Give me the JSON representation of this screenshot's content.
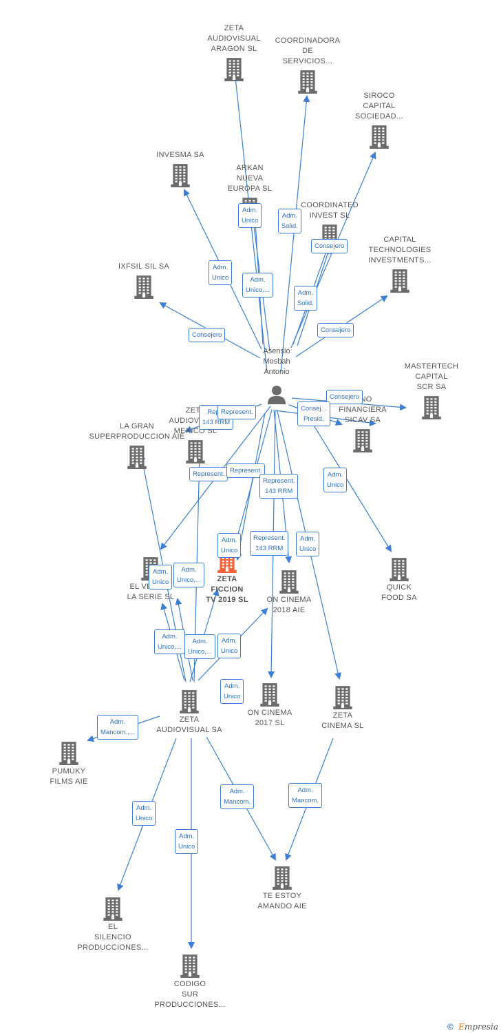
{
  "colors": {
    "edge": "#3a7fd5",
    "building": "#6b6b6b",
    "highlight": "#f4623a",
    "person": "#6b6b6b"
  },
  "person": {
    "name": "Asensio Mosbah Antonio",
    "lines": [
      "Asensio",
      "Mosbah",
      "Antonio"
    ],
    "icon": "person-icon"
  },
  "companies": [
    {
      "id": "zeta-aragon",
      "lines": [
        "ZETA",
        "AUDIOVISUAL",
        "ARAGON SL"
      ]
    },
    {
      "id": "coordinadora",
      "lines": [
        "COORDINADORA",
        "DE",
        "SERVICIOS..."
      ]
    },
    {
      "id": "siroco",
      "lines": [
        "SIROCO",
        "CAPITAL",
        "SOCIEDAD..."
      ]
    },
    {
      "id": "invesma",
      "lines": [
        "INVESMA SA"
      ]
    },
    {
      "id": "arkan",
      "lines": [
        "ARKAN",
        "NUEVA",
        "EUROPA  SL"
      ]
    },
    {
      "id": "coordinated",
      "lines": [
        "COORDINATED",
        "INVEST  SL"
      ]
    },
    {
      "id": "capital-tech",
      "lines": [
        "CAPITAL",
        "TECHNOLOGIES",
        "INVESTMENTS..."
      ]
    },
    {
      "id": "ixfsil",
      "lines": [
        "IXFSIL SIL SA"
      ]
    },
    {
      "id": "mastertech",
      "lines": [
        "MASTERTECH",
        "CAPITAL",
        "SCR SA"
      ]
    },
    {
      "id": "financiera",
      "lines": [
        "...NO",
        "FINANCIERA",
        "SICAV SA"
      ]
    },
    {
      "id": "zeta-mexico",
      "lines": [
        "ZETA",
        "AUDIOVISUAL",
        "MEXICO  SL"
      ]
    },
    {
      "id": "gran-super",
      "lines": [
        "LA GRAN",
        "SUPERPRODUCCION AIE"
      ]
    },
    {
      "id": "zeta-ficcion",
      "lines": [
        "ZETA",
        "FICCION",
        "TV 2019  SL"
      ]
    },
    {
      "id": "el-vecino",
      "lines": [
        "EL VECINO",
        "LA SERIE  SL"
      ]
    },
    {
      "id": "on-cinema-2018",
      "lines": [
        "ON CINEMA",
        "2018  AIE"
      ]
    },
    {
      "id": "quick-food",
      "lines": [
        "QUICK",
        "FOOD SA"
      ]
    },
    {
      "id": "zeta-audiovisual",
      "lines": [
        "ZETA",
        "AUDIOVISUAL SA"
      ]
    },
    {
      "id": "on-cinema-2017",
      "lines": [
        "ON CINEMA",
        "2017  SL"
      ]
    },
    {
      "id": "zeta-cinema",
      "lines": [
        "ZETA",
        "CINEMA SL"
      ]
    },
    {
      "id": "pumuky",
      "lines": [
        "PUMUKY",
        "FILMS AIE"
      ]
    },
    {
      "id": "el-silencio",
      "lines": [
        "EL",
        "SILENCIO",
        "PRODUCCIONES..."
      ]
    },
    {
      "id": "codigo-sur",
      "lines": [
        "CODIGO",
        "SUR",
        "PRODUCCIONES..."
      ]
    },
    {
      "id": "te-estoy",
      "lines": [
        "TE ESTOY",
        "AMANDO AIE"
      ]
    }
  ],
  "edge_labels": [
    {
      "lines": [
        "Adm.",
        "Unico"
      ]
    },
    {
      "lines": [
        "Adm.",
        "Solid."
      ]
    },
    {
      "lines": [
        "Consejero"
      ]
    },
    {
      "lines": [
        "Adm.",
        "Unico"
      ]
    },
    {
      "lines": [
        "Adm.",
        "Unico,..."
      ]
    },
    {
      "lines": [
        "Adm.",
        "Solid."
      ]
    },
    {
      "lines": [
        "Consejero"
      ]
    },
    {
      "lines": [
        "Consejero"
      ]
    },
    {
      "lines": [
        "Consejero"
      ]
    },
    {
      "lines": [
        "Consej. .",
        "Presid."
      ]
    },
    {
      "lines": [
        "Rep...",
        "143 RRM"
      ]
    },
    {
      "lines": [
        "Represent."
      ]
    },
    {
      "lines": [
        "Adm.",
        "Unico"
      ]
    },
    {
      "lines": [
        "Represent."
      ]
    },
    {
      "lines": [
        "Represent."
      ]
    },
    {
      "lines": [
        "Represent.",
        "143 RRM"
      ]
    },
    {
      "lines": [
        "Represent.",
        "143 RRM"
      ]
    },
    {
      "lines": [
        "Adm.",
        "Unico"
      ]
    },
    {
      "lines": [
        "Adm.",
        "Unico"
      ]
    },
    {
      "lines": [
        "Adm.",
        "Unico"
      ]
    },
    {
      "lines": [
        "Adm.",
        "Unico,..."
      ]
    },
    {
      "lines": [
        "Adm.",
        "Unico,..."
      ]
    },
    {
      "lines": [
        "Adm.",
        "Unico,..."
      ]
    },
    {
      "lines": [
        "Adm.",
        "Unico"
      ]
    },
    {
      "lines": [
        "Adm.",
        "Unico"
      ]
    },
    {
      "lines": [
        "Adm.",
        "Mancom.,..."
      ]
    },
    {
      "lines": [
        "Adm.",
        "Unico"
      ]
    },
    {
      "lines": [
        "Adm.",
        "Unico"
      ]
    },
    {
      "lines": [
        "Adm.",
        "Mancom."
      ]
    },
    {
      "lines": [
        "Adm.",
        "Mancom."
      ]
    }
  ],
  "footer": {
    "copyright": "©",
    "brand_first": "E",
    "brand_rest": "mpresia"
  }
}
